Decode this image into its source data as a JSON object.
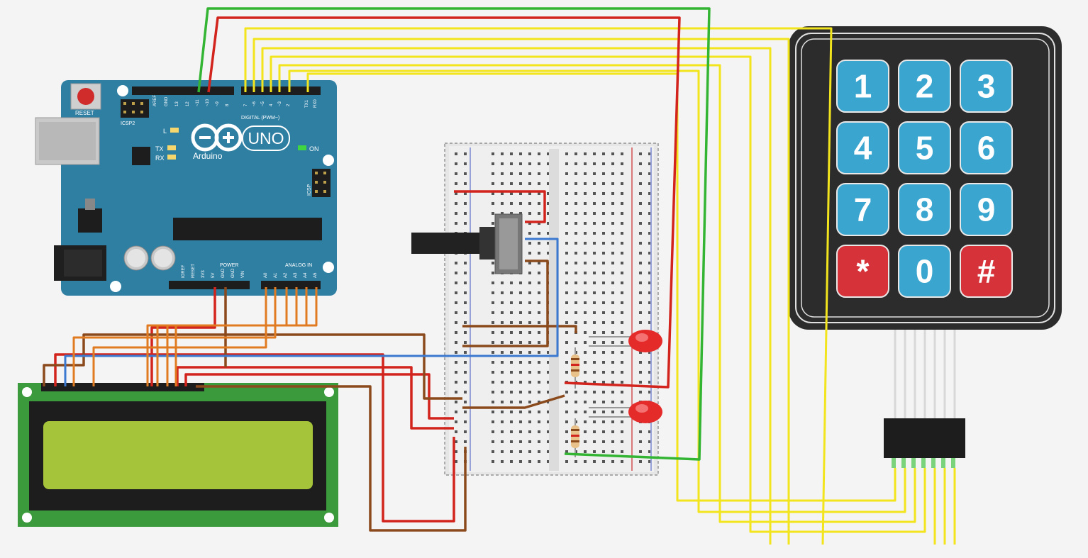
{
  "arduino": {
    "brand": "Arduino",
    "model": "UNO",
    "reset_label": "RESET",
    "icsp2_label": "ICSP2",
    "icsp_label": "ICSP",
    "led_l": "L",
    "led_tx": "TX",
    "led_rx": "RX",
    "on_label": "ON",
    "digital_label": "DIGITAL (PWM~)",
    "power_label": "POWER",
    "analog_label": "ANALOG IN",
    "top_pins": [
      "AREF",
      "GND",
      "13",
      "12",
      "~11",
      "~10",
      "~9",
      "8",
      "7",
      "~6",
      "~5",
      "4",
      "~3",
      "2",
      "TX1",
      "RX0"
    ],
    "power_pins": [
      "IOREF",
      "RESET",
      "3V3",
      "5V",
      "GND",
      "GND",
      "VIN"
    ],
    "analog_pins": [
      "A0",
      "A1",
      "A2",
      "A3",
      "A4",
      "A5"
    ]
  },
  "keypad": {
    "keys": [
      "1",
      "2",
      "3",
      "4",
      "5",
      "6",
      "7",
      "8",
      "9",
      "*",
      "0",
      "#"
    ]
  },
  "colors": {
    "wire_yellow": "#f2e41d",
    "wire_red": "#d2231c",
    "wire_green": "#33b533",
    "wire_orange": "#e07b22",
    "wire_brown": "#8b4a1c",
    "wire_blue": "#3b79d0",
    "board_teal": "#2f7fa3",
    "key_blue": "#3aa5cf",
    "key_red": "#d6323a",
    "lcd_screen": "#a5c43a",
    "lcd_board": "#3a9a3c"
  }
}
